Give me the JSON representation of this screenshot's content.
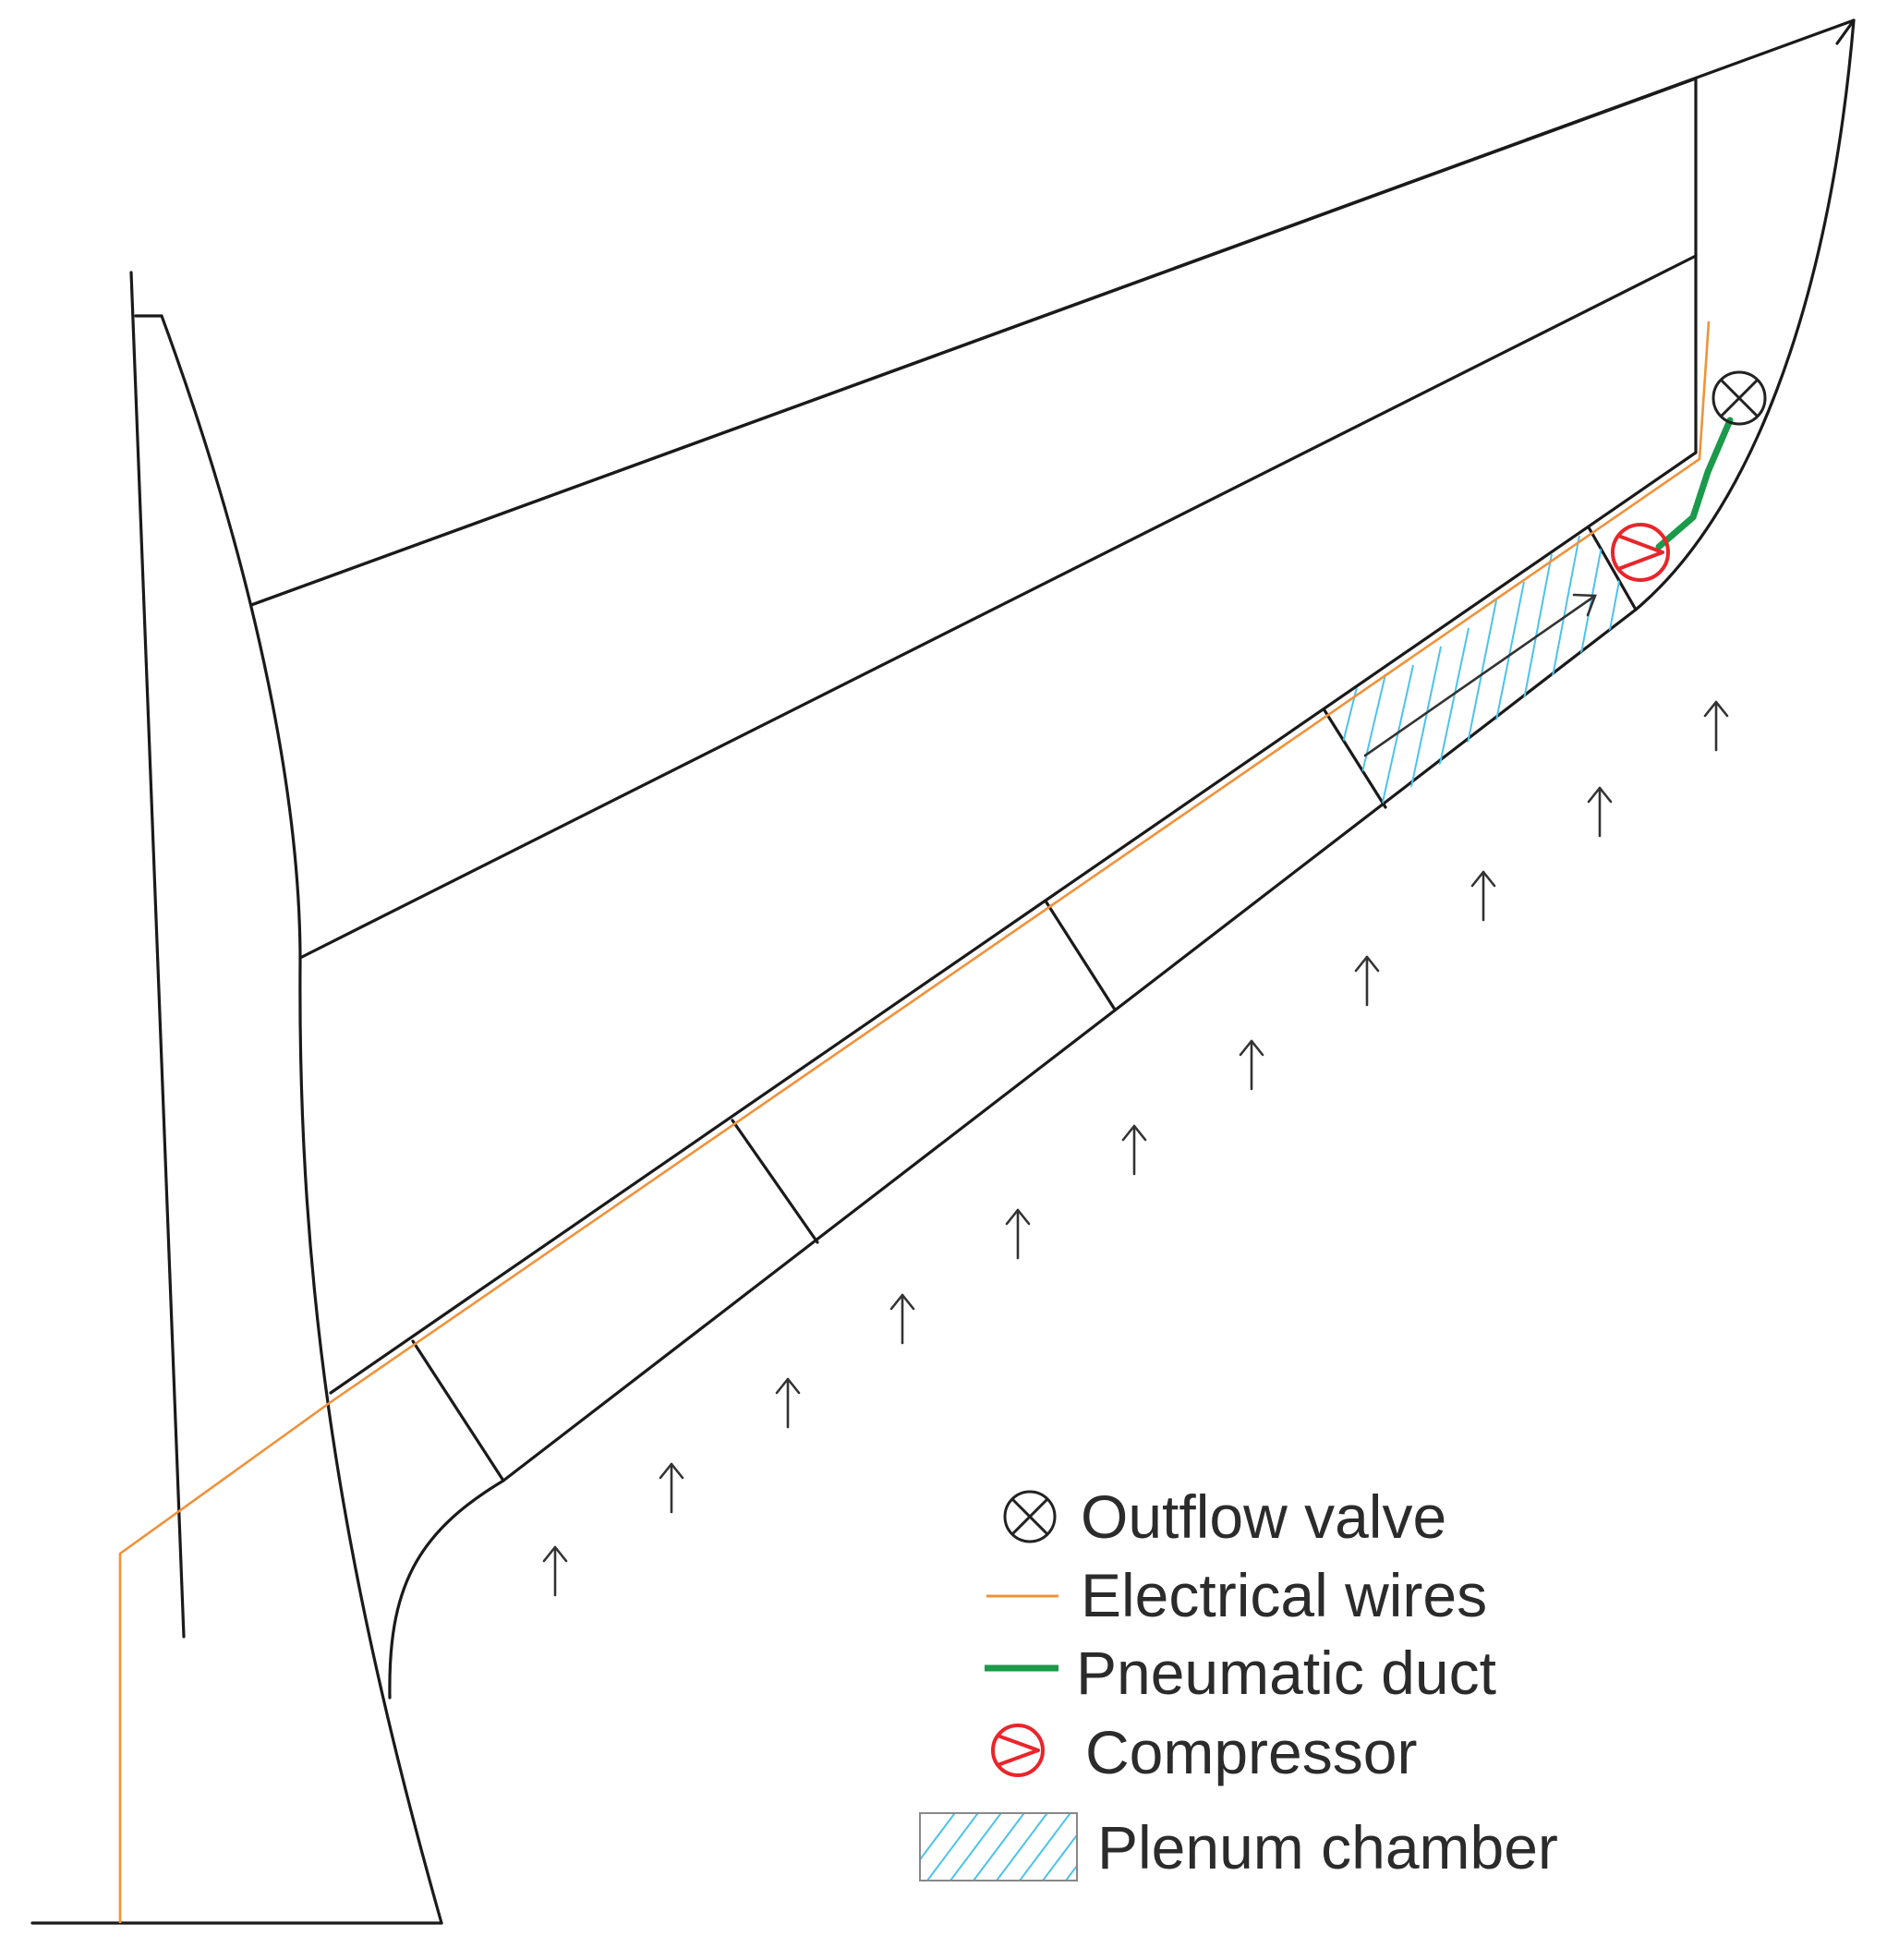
{
  "legend": {
    "items": [
      {
        "key": "outflow-valve",
        "label": "Outflow valve",
        "icon": "crossed-circle-icon"
      },
      {
        "key": "electrical-wires",
        "label": "Electrical wires",
        "icon": "thin-orange-line-icon"
      },
      {
        "key": "pneumatic-duct",
        "label": "Pneumatic duct",
        "icon": "thick-green-line-icon"
      },
      {
        "key": "compressor",
        "label": "Compressor",
        "icon": "compressor-symbol-icon"
      },
      {
        "key": "plenum-chamber",
        "label": "Plenum chamber",
        "icon": "hatched-rectangle-icon"
      }
    ]
  },
  "colors": {
    "structure": "#1a1a1a",
    "electrical_wires": "#f0923a",
    "pneumatic_duct": "#1a9a4a",
    "compressor": "#e8262b",
    "plenum_hatch": "#4cc3ea",
    "arrows": "#333333"
  }
}
